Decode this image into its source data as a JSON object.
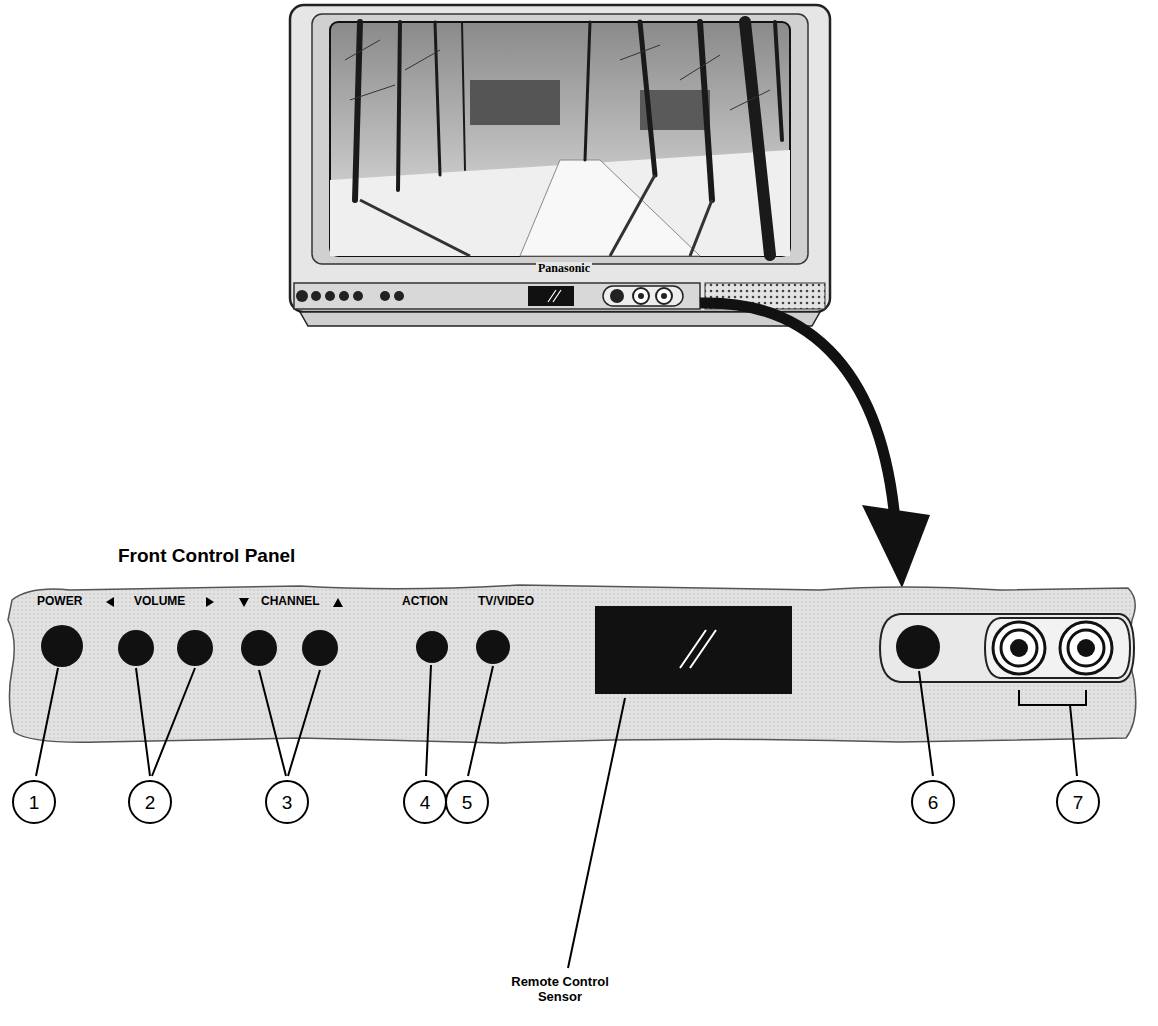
{
  "diagram": {
    "title": "Front Control Panel",
    "nodes": [
      {
        "text": [
          "1"
        ]
      },
      {
        "text": [
          "2"
        ]
      },
      {
        "text": [
          "3"
        ]
      },
      {
        "text": [
          "4"
        ]
      },
      {
        "text": [
          "5"
        ]
      },
      {
        "text": [
          "6"
        ]
      },
      {
        "text": [
          "7"
        ]
      }
    ],
    "labels": [
      "Panasonic",
      "POWER",
      "VOLUME",
      "CHANNEL",
      "ACTION",
      "TV/VIDEO",
      "Remote Control Sensor"
    ]
  }
}
